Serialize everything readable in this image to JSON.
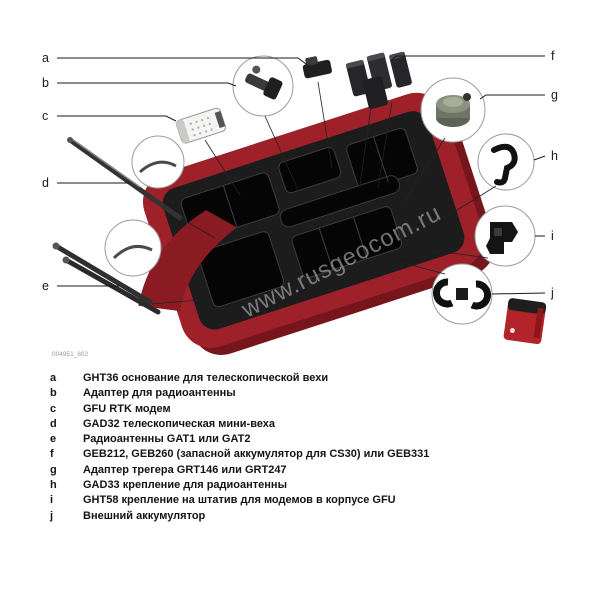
{
  "figure": {
    "code": "004951_802",
    "watermark": "www.rusgeocom.ru"
  },
  "colors": {
    "case_red": "#9e2129",
    "case_red_dark": "#76151b",
    "case_red_lid": "#8a1b22",
    "foam_dark": "#1c1c1c",
    "battery_red": "#b3232a"
  },
  "callout_letters": {
    "a": "a",
    "b": "b",
    "c": "c",
    "d": "d",
    "e": "e",
    "f": "f",
    "g": "g",
    "h": "h",
    "i": "i",
    "j": "j"
  },
  "legend": {
    "items": [
      {
        "letter": "a",
        "text": "GHT36 основание для телескопической вехи"
      },
      {
        "letter": "b",
        "text": "Адаптер для радиоантенны"
      },
      {
        "letter": "c",
        "text": "GFU RTK модем"
      },
      {
        "letter": "d",
        "text": "GAD32 телескопическая мини-веха"
      },
      {
        "letter": "e",
        "text": "Радиоантенны GAT1 или GAT2"
      },
      {
        "letter": "f",
        "text": "GEB212, GEB260 (запасной аккумулятор для CS30) или GEB331"
      },
      {
        "letter": "g",
        "text": "Адаптер трегера GRT146 или GRT247"
      },
      {
        "letter": "h",
        "text": "GAD33 крепление для радиоантенны"
      },
      {
        "letter": "i",
        "text": "GHT58 крепление на штатив для модемов в корпусе GFU"
      },
      {
        "letter": "j",
        "text": "Внешний аккумулятор"
      }
    ]
  }
}
